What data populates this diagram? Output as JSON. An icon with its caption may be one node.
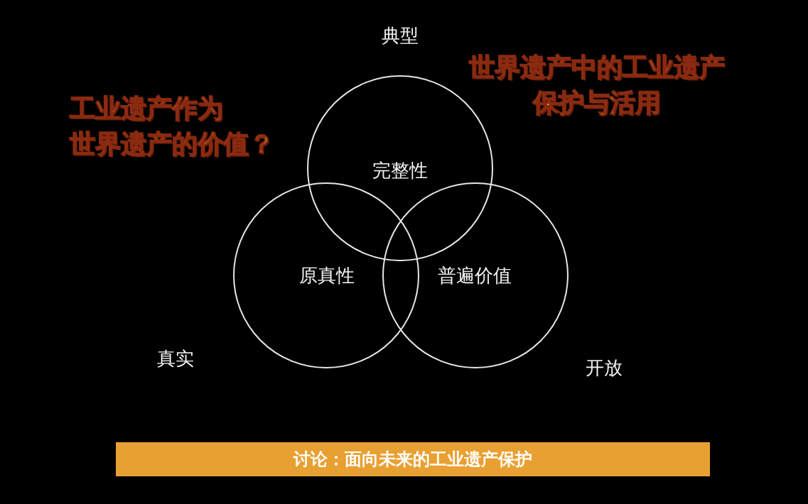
{
  "diagram": {
    "nodes": [
      {
        "text": [
          "完整性"
        ]
      },
      {
        "text": [
          "原真性"
        ]
      },
      {
        "text": [
          "普遍价值"
        ]
      },
      {
        "text": [
          "讨论：面向未来的工业遗产保护"
        ]
      }
    ],
    "labels": [
      "典型",
      "世界遗产中的工业遗产保护与活用",
      "工业遗产作为",
      "世界遗产的价值？",
      "真实",
      "开放"
    ]
  }
}
